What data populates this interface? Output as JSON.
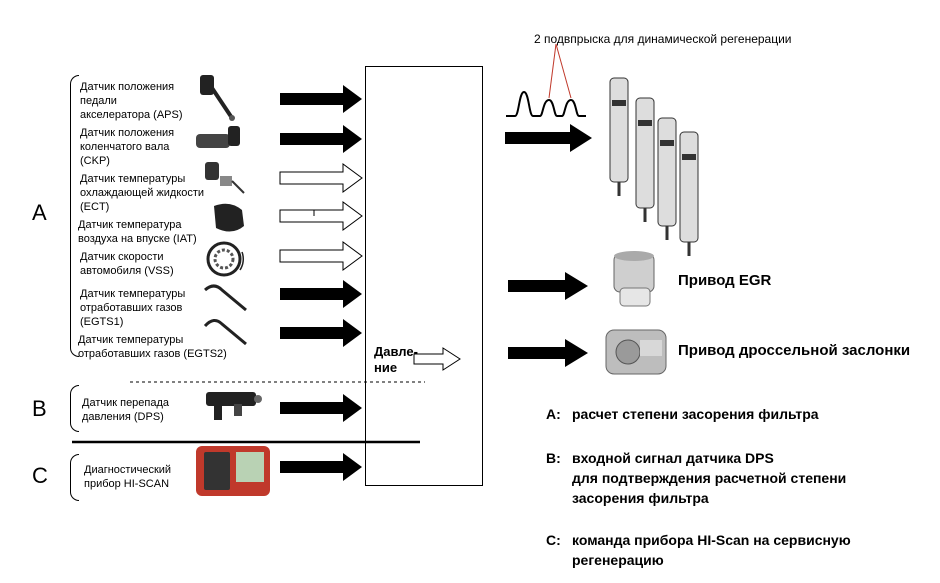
{
  "header_note": "2 подвпрыска для динамической регенерации",
  "groups": {
    "a_letter": "A",
    "b_letter": "B",
    "c_letter": "C"
  },
  "sensors": [
    {
      "label": "Датчик положения\nпедали\nакселератора (APS)",
      "icon": "pedal-sensor-icon",
      "signal": "filled"
    },
    {
      "label": "Датчик положения\nколенчатого вала\n(CKP)",
      "icon": "crank-sensor-icon",
      "signal": "filled"
    },
    {
      "label": "Датчик температуры\nохлаждающей жидкости\n(ECT)",
      "icon": "coolant-temp-sensor-icon",
      "signal": "hollow"
    },
    {
      "label": "Датчик температура\nвоздуха на впуске (IAT)",
      "icon": "intake-air-temp-sensor-icon",
      "signal": "hollow"
    },
    {
      "label": "Датчик скорости\nавтомобиля (VSS)",
      "icon": "vehicle-speed-sensor-icon",
      "signal": "hollow"
    },
    {
      "label": "Датчик температуры\nотработавших газов\n(EGTS1)",
      "icon": "exhaust-temp-sensor-1-icon",
      "signal": "filled"
    },
    {
      "label": "Датчик температуры\nотработавших газов (EGTS2)",
      "icon": "exhaust-temp-sensor-2-icon",
      "signal": "filled"
    }
  ],
  "dps_sensor": {
    "label": "Датчик перепада\nдавления (DPS)",
    "icon": "pressure-diff-sensor-icon"
  },
  "hiscan": {
    "label": "Диагностический\nприбор HI-SCAN",
    "icon": "hi-scan-device-icon"
  },
  "ecu_pressure_label": "Давле-\nние",
  "outputs": {
    "egr_label": "Привод EGR",
    "throttle_label": "Привод дроссельной заслонки"
  },
  "notes": [
    {
      "key": "A:",
      "text": "расчет степени засорения фильтра"
    },
    {
      "key": "B:",
      "text": "входной сигнал датчика DPS\nдля подтверждения расчетной степени\nзасорения фильтра"
    },
    {
      "key": "C:",
      "text": "команда прибора HI-Scan на сервисную\nрегенерацию"
    }
  ],
  "colors": {
    "callout_line": "#c0392b",
    "arrow": "#000000",
    "hiscan_body": "#c0392b"
  }
}
